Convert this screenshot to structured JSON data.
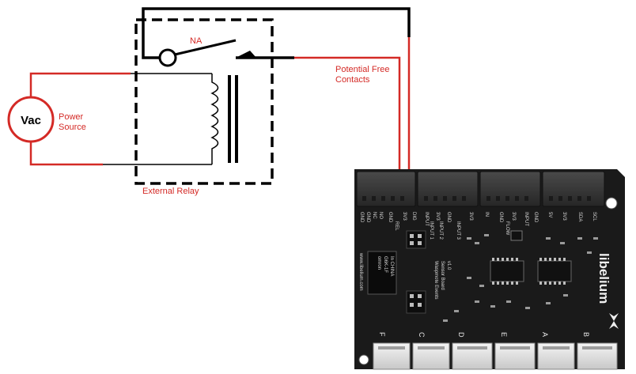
{
  "diagram": {
    "source_label": "Vac",
    "power_source_label_line1": "Power",
    "power_source_label_line2": "Source",
    "switch_label": "NA",
    "contacts_label_line1": "Potential Free",
    "contacts_label_line2": "Contacts",
    "relay_label": "External Relay"
  },
  "board": {
    "brand": "libelium",
    "website": "www.libelium.com",
    "title_line1": "Waspmote Events",
    "title_line2": "Sensor Board",
    "version": "v1.0",
    "relay_part_brand": "omron",
    "relay_part_model": "G6K-1F",
    "relay_part_origin": "In CHINA",
    "top_pins": [
      "GND",
      "GND",
      "NC",
      "NO",
      "GND",
      "3V3",
      "DIG",
      "INPUT",
      "3V3",
      "GND",
      "3V3",
      "IN",
      "GND",
      "3V3",
      "INPUT",
      "GND",
      "5V",
      "3V3",
      "SDA",
      "SCL"
    ],
    "socket_letters": [
      "F",
      "C",
      "D",
      "E",
      "A",
      "B"
    ],
    "silk_labels": [
      "REL",
      "INPUT 3",
      "INPUT 2",
      "INPUT 1",
      "FLOW"
    ]
  },
  "colors": {
    "wire_red": "#d42a26",
    "wire_black": "#000000",
    "pcb": "#1a1a1a",
    "header": "#3b3b3b",
    "socket": "#dedede"
  }
}
